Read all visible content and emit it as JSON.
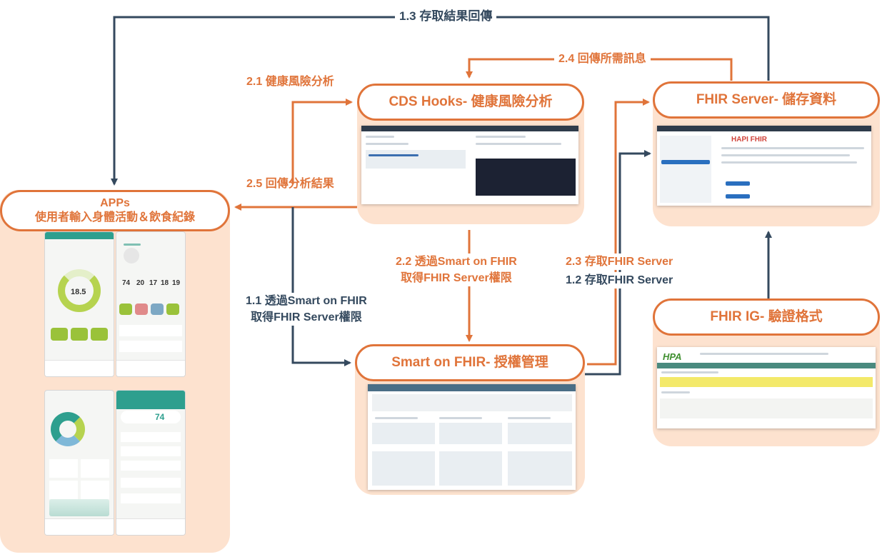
{
  "colors": {
    "node_border": "#e0743a",
    "panel_fill": "#fde2cf",
    "orange_text": "#e0743a",
    "navy_text": "#34495e",
    "arrow_orange": "#e0743a",
    "arrow_navy": "#34495e"
  },
  "nodes": {
    "apps": {
      "line1": "APPs",
      "line2": "使用者輸入身體活動＆飲食紀錄"
    },
    "cds": {
      "title": "CDS Hooks- 健康風險分析"
    },
    "fhir_server": {
      "title": "FHIR Server- 儲存資料"
    },
    "smart": {
      "title": "Smart on FHIR- 授權管理"
    },
    "fhir_ig": {
      "title": "FHIR IG- 驗證格式"
    }
  },
  "edges": {
    "e1_3": "1.3 存取結果回傳",
    "e2_4": "2.4 回傳所需訊息",
    "e2_1": "2.1 健康風險分析",
    "e2_5": "2.5 回傳分析結果",
    "e2_2": {
      "line1": "2.2 透過Smart on FHIR",
      "line2": "取得FHIR Server權限"
    },
    "e2_3": "2.3 存取FHIR Server",
    "e1_2": "1.2 存取FHIR Server",
    "e1_1": {
      "line1": "1.1 透過Smart on FHIR",
      "line2": "取得FHIR Server權限"
    }
  },
  "screens": {
    "fhir_logo": "HAPI FHIR",
    "hpa_logo": "HPA",
    "apps_score": "18.5",
    "apps_score2": "74",
    "apps_days": [
      "74",
      "20",
      "17",
      "18",
      "19"
    ]
  }
}
